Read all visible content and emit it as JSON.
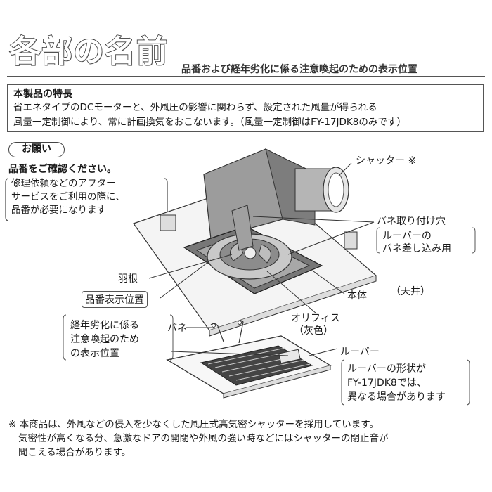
{
  "header": {
    "title": "各部の名前",
    "subtitle": "品番および経年劣化に係る注意喚起のための表示位置"
  },
  "features": {
    "heading": "本製品の特長",
    "lines": [
      "省エネタイプのDCモーターと、外風圧の影響に関わらず、設定された風量が得られる",
      "風量一定制御により、常に計画換気をおこないます。（風量一定制御はFY-17JDK8のみです）"
    ]
  },
  "request": {
    "badge": "お願い",
    "heading": "品番をご確認ください。",
    "lines": [
      "修理依頼などのアフター",
      "サービスをご利用の際に、",
      "品番が必要になります"
    ]
  },
  "labels": {
    "shutter": "シャッター ※",
    "spring_hole": "バネ取り付け穴",
    "spring_hole_note_1": "ルーバーの",
    "spring_hole_note_2": "バネ差し込み用",
    "fan": "羽根",
    "model_label": "品番表示位置",
    "body": "本体",
    "ceiling": "（天井）",
    "aging_1": "経年劣化に係る",
    "aging_2": "注意喚起のため",
    "aging_3": "の表示位置",
    "spring": "バネ",
    "orifice": "オリフィス",
    "orifice_color": "（灰色）",
    "louver": "ルーバー",
    "louver_note_1": "ルーバーの形状が",
    "louver_note_2": "FY-17JDK8では、",
    "louver_note_3": "異なる場合があります"
  },
  "footnote": {
    "lines": [
      "※ 本商品は、外風などの侵入を少なくした風圧式高気密シャッターを採用しています。",
      "気密性が高くなる分、急激なドアの開閉や外風の強い時などにはシャッターの閉止音が",
      "聞こえる場合があります。"
    ]
  },
  "colors": {
    "unit_body": "#9c9c9c",
    "unit_dark": "#6e6e6e",
    "panel": "#f2f2f2",
    "line": "#333333"
  }
}
